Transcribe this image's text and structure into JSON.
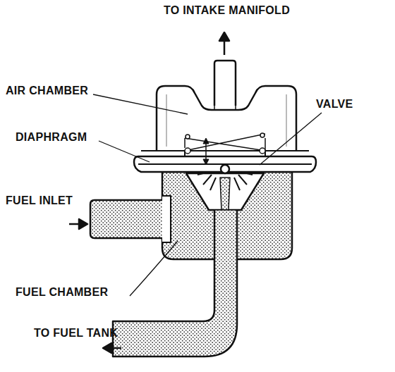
{
  "diagram": {
    "labels": [
      "TO INTAKE MANIFOLD",
      "AIR CHAMBER",
      "VALVE",
      "DIAPHRAGM",
      "FUEL INLET",
      "FUEL CHAMBER",
      "TO FUEL TANK"
    ]
  }
}
